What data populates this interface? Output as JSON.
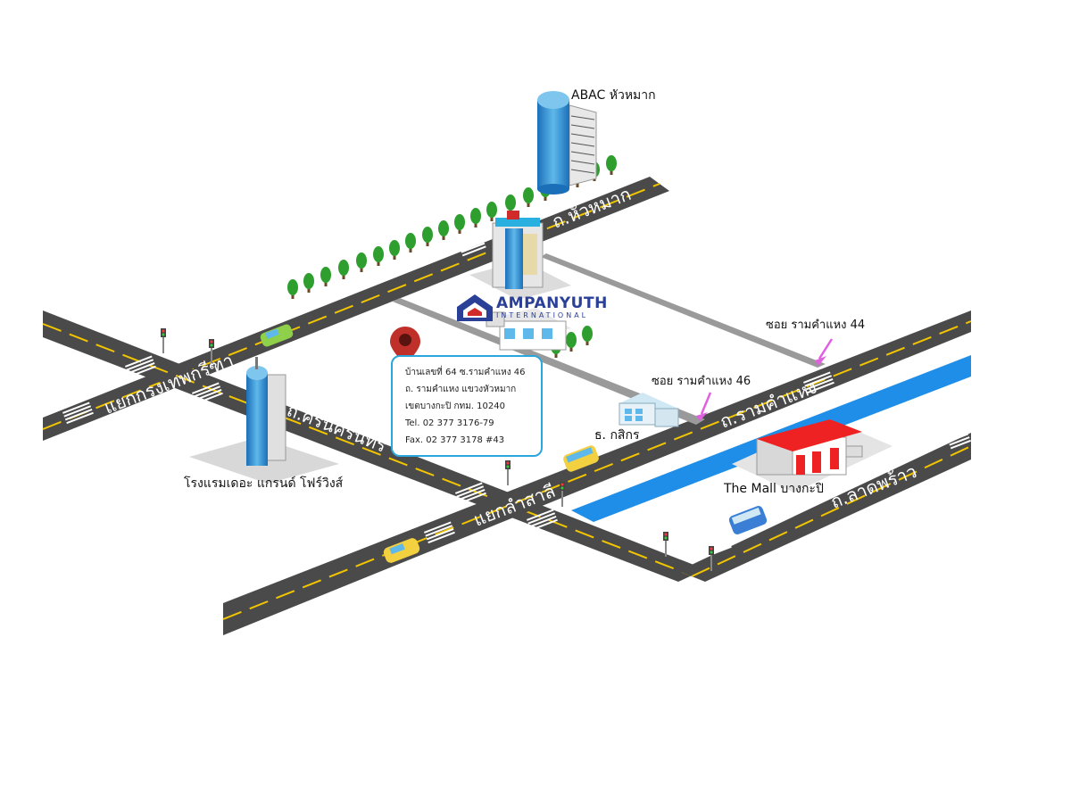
{
  "roads": {
    "hua_mak_road": "ถ.หัวหมาก",
    "ramkhamhaeng_road": "ถ.รามคำแหง",
    "srinakarin_road": "ถ.ศรีนครินทร์",
    "lat_phrao_road": "ถ.ลาดพร้าว",
    "kruthep_kreetha_junction": "แยกกรุงเทพกรีฑา",
    "lam_sali_junction": "แยกลำสาลี"
  },
  "landmarks": {
    "abac": "ABAC หัวหมาก",
    "hotel": "โรงแรมเดอะ แกรนด์ โฟร์วิงส์",
    "kasikorn_bank": "ธ. กสิกร",
    "the_mall": "The Mall บางกะปิ",
    "soi_46": "ซอย รามคำแหง 46",
    "soi_44": "ซอย รามคำแหง 44"
  },
  "logo": {
    "name": "AMPANYUTH",
    "sub": "INTERNATIONAL"
  },
  "address": {
    "line1": "บ้านเลขที่ 64 ซ.รามคำแหง 46",
    "line2": "ถ. รามคำแหง แขวงหัวหมาก",
    "line3": "เขตบางกะปิ กทม. 10240",
    "tel": "Tel. 02 377 3176-79",
    "fax": "Fax. 02 377 3178 #43"
  },
  "colors": {
    "road": "#4a4a4a",
    "road_line": "#f2c500",
    "canal": "#1e8ee8",
    "pin": "#c0302a",
    "callout_border": "#29a6dc",
    "arrow": "#e060e0",
    "tree": "#2e9e2e"
  },
  "icons": [
    "location-pin-icon",
    "tree-icon",
    "traffic-light-icon",
    "car-icon",
    "bus-icon",
    "building-icon"
  ]
}
